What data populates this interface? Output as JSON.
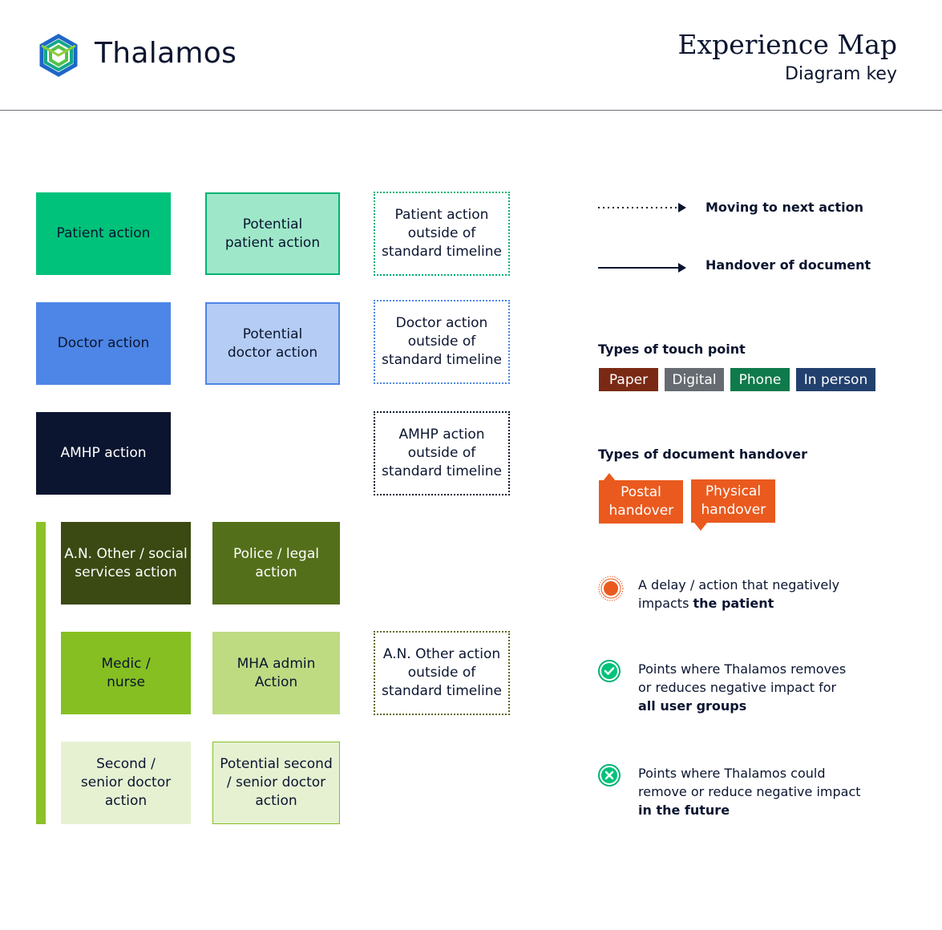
{
  "header": {
    "brand": "Thalamos",
    "title": "Experience Map",
    "subtitle": "Diagram key"
  },
  "actions": {
    "patient": "Patient action",
    "potential_patient": "Potential patient action",
    "patient_outside": "Patient action outside of standard timeline",
    "doctor": "Doctor action",
    "potential_doctor": "Potential doctor action",
    "doctor_outside": "Doctor action outside of standard timeline",
    "amhp": "AMHP action",
    "amhp_outside": "AMHP action outside of standard timeline",
    "other_social": "A.N. Other / social services action",
    "police": "Police / legal action",
    "medic": "Medic / nurse",
    "mha_admin": "MHA admin Action",
    "other_outside": "A.N. Other action outside of standard timeline",
    "second_doctor": "Second / senior doctor action",
    "potential_second": "Potential second / senior doctor action"
  },
  "arrows": {
    "moving": "Moving to next action",
    "handover": "Handover of document"
  },
  "touchpoints": {
    "heading": "Types of touch point",
    "items": [
      {
        "label": "Paper",
        "color": "#7a2a14"
      },
      {
        "label": "Digital",
        "color": "#666b71"
      },
      {
        "label": "Phone",
        "color": "#0f7a4b"
      },
      {
        "label": "In person",
        "color": "#22406e"
      }
    ]
  },
  "handovers": {
    "heading": "Types of document handover",
    "postal": "Postal handover",
    "physical": "Physical handover"
  },
  "notes": {
    "delay_text": "A delay / action that negatively impacts",
    "delay_bold": "the patient",
    "removes_text": "Points where Thalamos removes or reduces negative impact for",
    "removes_bold": "all user groups",
    "could_text": "Points where Thalamos could remove or reduce negative impact",
    "could_bold": "in the future"
  },
  "colors": {
    "patient": "#00c27a",
    "potential_patient": "#9ee8c9",
    "doctor": "#4d86e6",
    "potential_doctor": "#b5cdf5",
    "amhp": "#0b1530",
    "other_social": "#3a4a12",
    "police": "#536f1a",
    "medic": "#86bf22",
    "mha_admin": "#bedb82",
    "second_doctor": "#e6f1d2",
    "handover": "#ea5a1e",
    "green_bar": "#8cc12a"
  }
}
